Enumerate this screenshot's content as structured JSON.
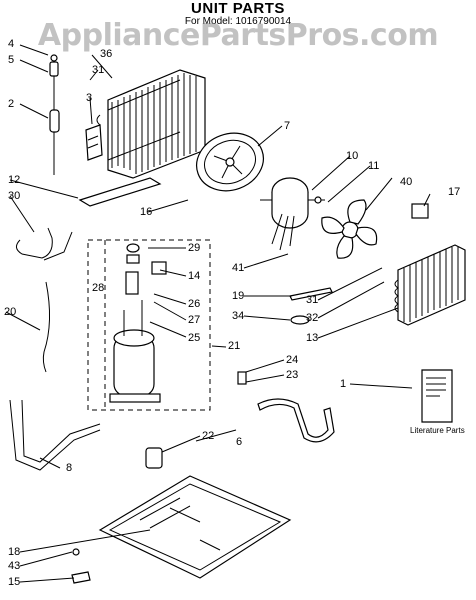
{
  "title": "UNIT PARTS",
  "subtitle": "For Model: 1016790014",
  "watermark": "AppliancePartsPros.com",
  "literature_label": "Literature Parts",
  "callouts": [
    {
      "id": "c4",
      "text": "4"
    },
    {
      "id": "c5",
      "text": "5"
    },
    {
      "id": "c2",
      "text": "2"
    },
    {
      "id": "c36",
      "text": "36"
    },
    {
      "id": "c31a",
      "text": "31"
    },
    {
      "id": "c3",
      "text": "3"
    },
    {
      "id": "c7",
      "text": "7"
    },
    {
      "id": "c10",
      "text": "10"
    },
    {
      "id": "c11",
      "text": "11"
    },
    {
      "id": "c40",
      "text": "40"
    },
    {
      "id": "c17",
      "text": "17"
    },
    {
      "id": "c12",
      "text": "12"
    },
    {
      "id": "c30",
      "text": "30"
    },
    {
      "id": "c16",
      "text": "16"
    },
    {
      "id": "c29",
      "text": "29"
    },
    {
      "id": "c14",
      "text": "14"
    },
    {
      "id": "c28",
      "text": "28"
    },
    {
      "id": "c26",
      "text": "26"
    },
    {
      "id": "c27",
      "text": "27"
    },
    {
      "id": "c25",
      "text": "25"
    },
    {
      "id": "c41",
      "text": "41"
    },
    {
      "id": "c19",
      "text": "19"
    },
    {
      "id": "c34",
      "text": "34"
    },
    {
      "id": "c31b",
      "text": "31"
    },
    {
      "id": "c32",
      "text": "32"
    },
    {
      "id": "c13",
      "text": "13"
    },
    {
      "id": "c20",
      "text": "20"
    },
    {
      "id": "c21",
      "text": "21"
    },
    {
      "id": "c24",
      "text": "24"
    },
    {
      "id": "c23",
      "text": "23"
    },
    {
      "id": "c1",
      "text": "1"
    },
    {
      "id": "c22",
      "text": "22"
    },
    {
      "id": "c6",
      "text": "6"
    },
    {
      "id": "c8",
      "text": "8"
    },
    {
      "id": "c18",
      "text": "18"
    },
    {
      "id": "c43",
      "text": "43"
    },
    {
      "id": "c15",
      "text": "15"
    }
  ]
}
